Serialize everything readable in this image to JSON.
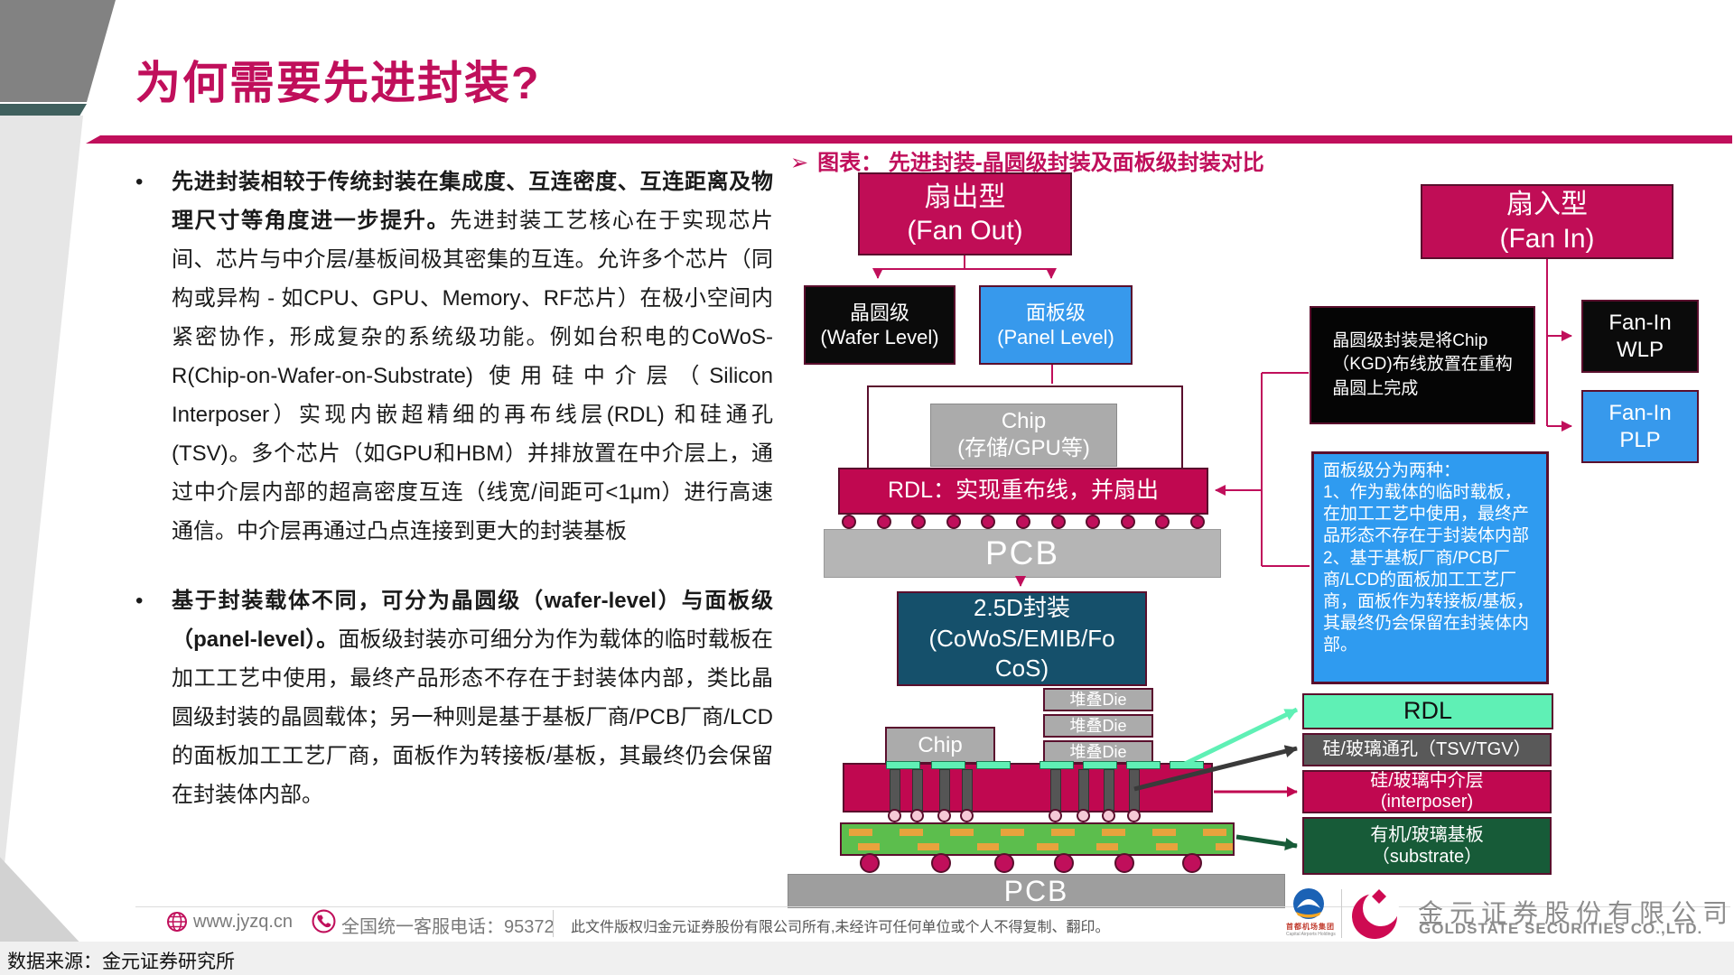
{
  "slide": {
    "title": "为何需要先进封装?",
    "accent_color": "#C00F5B"
  },
  "left_column": {
    "bullet_marker": "•",
    "bullets": [
      {
        "bold": "先进封装相较于传统封装在集成度、互连密度、互连距离及物理尺寸等角度进一步提升。",
        "regular": "先进封装工艺核心在于实现芯片间、芯片与中介层/基板间极其密集的互连。允许多个芯片（同构或异构 - 如CPU、GPU、Memory、RF芯片）在极小空间内紧密协作，形成复杂的系统级功能。例如台积电的CoWoS-R(Chip-on-Wafer-on-Substrate) 使用硅中介层（Silicon Interposer）实现内嵌超精细的再布线层(RDL) 和硅通孔 (TSV)。多个芯片（如GPU和HBM）并排放置在中介层上，通过中介层内部的超高密度互连（线宽/间距可<1μm）进行高速通信。中介层再通过凸点连接到更大的封装基板"
      },
      {
        "bold": "基于封装载体不同，可分为晶圆级（wafer-level）与面板级（panel-level）。",
        "regular": "面板级封装亦可细分为作为载体的临时载板在加工工艺中使用，最终产品形态不存在于封装体内部，类比晶圆级封装的晶圆载体；另一种则是基于基板厂商/PCB厂商/LCD的面板加工工艺厂商，面板作为转接板/基板，其最终仍会保留在封装体内部。"
      }
    ]
  },
  "figure": {
    "marker": "➢",
    "title": "图表： 先进封装-晶圆级封装及面板级封装对比",
    "fan_out": "扇出型\n(Fan Out)",
    "fan_in": "扇入型\n(Fan In)",
    "wafer_level": "晶圆级\n(Wafer Level)",
    "panel_level": "面板级\n(Panel Level)",
    "fan_in_wlp": "Fan-In\nWLP",
    "fan_in_plp": "Fan-In\nPLP",
    "kgd_note": "晶圆级封装是将Chip\n（KGD)布线放置在重构\n晶圆上完成",
    "panel_note": "面板级分为两种：\n1、作为载体的临时载板，在加工工艺中使用，最终产品形态不存在于封装体内部\n2、基于基板厂商/PCB厂商/LCD的面板加工工艺厂商，面板作为转接板/基板，其最终仍会保留在封装体内部。",
    "chip_top": "Chip\n(存储/GPU等)",
    "rdl_bar": "RDL：实现重布线，并扇出",
    "pcb_top": "PCB",
    "pkg_25d": "2.5D封装\n(CoWoS/EMIB/Fo\nCoS)",
    "stacked_die": [
      "堆叠Die",
      "堆叠Die",
      "堆叠Die"
    ],
    "chip_bottom": "Chip",
    "pcb_bottom": "PCB",
    "legend": {
      "rdl": "RDL",
      "tsv": "硅/玻璃通孔（TSV/TGV）",
      "interposer": "硅/玻璃中介层\n(interposer)",
      "substrate": "有机/玻璃基板\n（substrate）"
    },
    "colors": {
      "crimson": "#C00F5B",
      "blue": "#3799EC",
      "black": "#0B0B0B",
      "teal_2_5d": "#15506B",
      "mint_rdl": "#5FF0B5",
      "gray_chip": "#ABABAB",
      "dark_gray_tsv": "#595959",
      "green_substrate": "#5CBE4D",
      "dark_green_legend": "#175B38",
      "orange_trace": "#E8A33D"
    }
  },
  "footer": {
    "website": "www.jyzq.cn",
    "hotline": "全国统一客服电话：95372",
    "copyright": "此文件版权归金元证券股份有限公司所有,未经许可任何单位或个人不得复制、翻印。",
    "airport_group_cn": "首都机场集团",
    "airport_group_en": "Capital Airports Holdings",
    "company_cn": "金元证券股份有限公司",
    "company_en": "GOLDSTATE SECURITIES  CO.,LTD.",
    "source": "数据来源：金元证券研究所"
  }
}
